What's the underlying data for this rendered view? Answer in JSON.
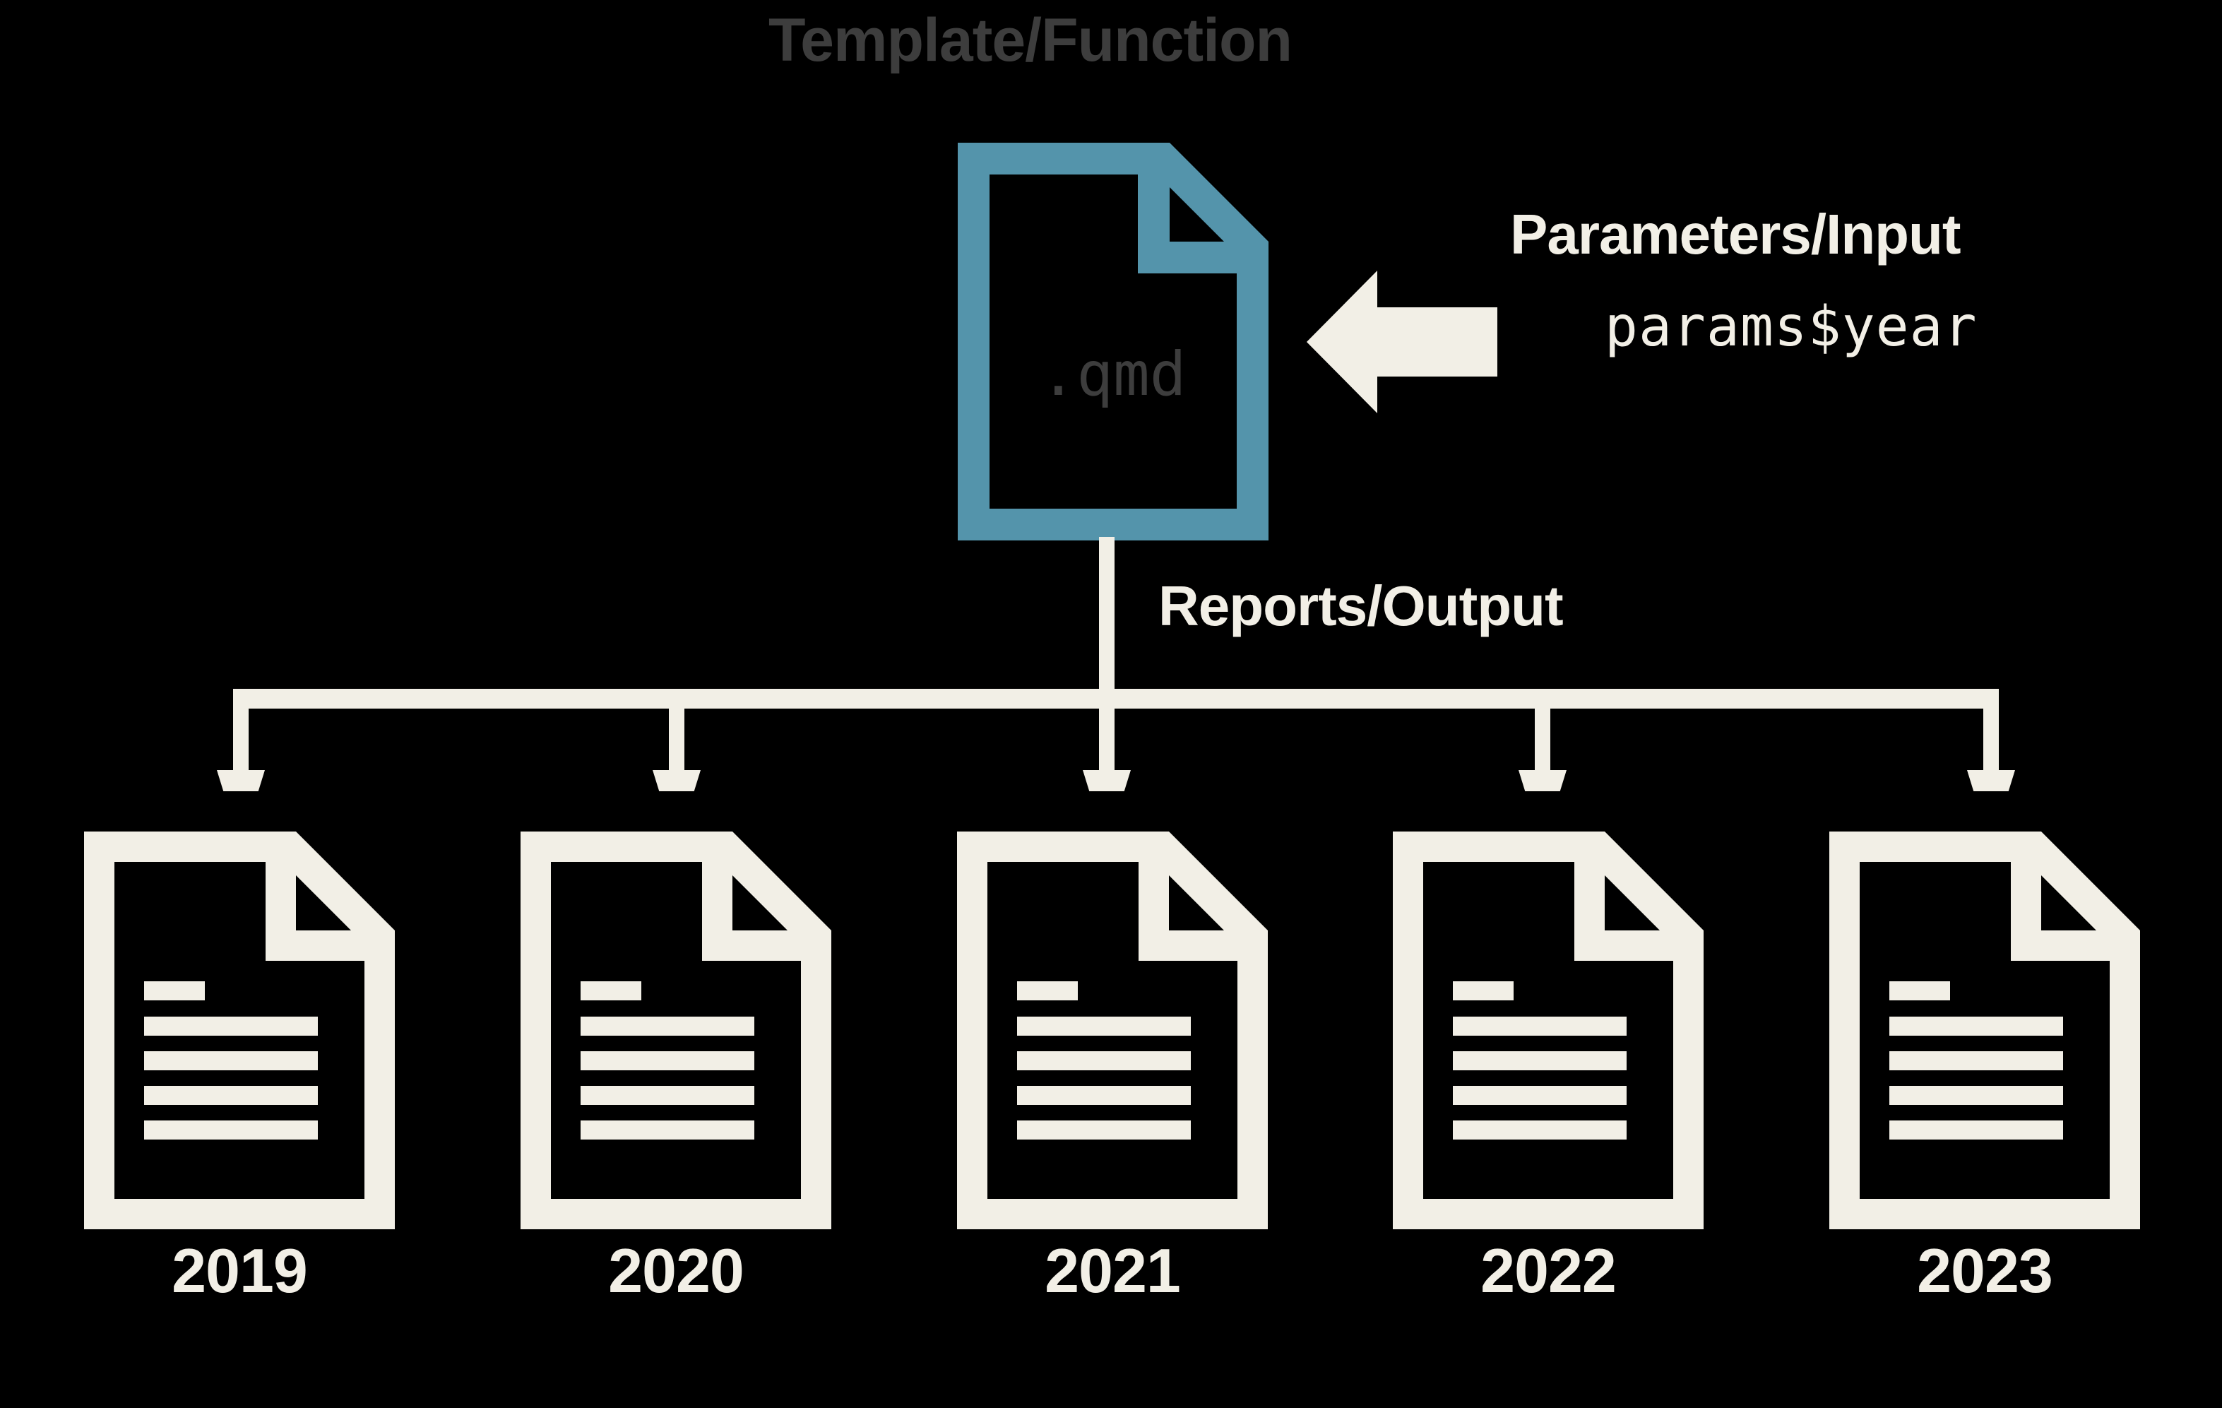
{
  "diagram": {
    "background_color": "#000000",
    "accent_color": "#5494ab",
    "cream_color": "#f2efe6",
    "gray_color": "#3d3d3d",
    "template": {
      "label": "Template/Function",
      "file_extension": ".qmd",
      "icon": "qmd-file-icon"
    },
    "parameters": {
      "label": "Parameters/Input",
      "code": "params$year",
      "arrow": "left-arrow-icon"
    },
    "output": {
      "label": "Reports/Output",
      "reports": [
        {
          "year": "2019",
          "icon": "report-document-icon"
        },
        {
          "year": "2020",
          "icon": "report-document-icon"
        },
        {
          "year": "2021",
          "icon": "report-document-icon"
        },
        {
          "year": "2022",
          "icon": "report-document-icon"
        },
        {
          "year": "2023",
          "icon": "report-document-icon"
        }
      ]
    }
  }
}
